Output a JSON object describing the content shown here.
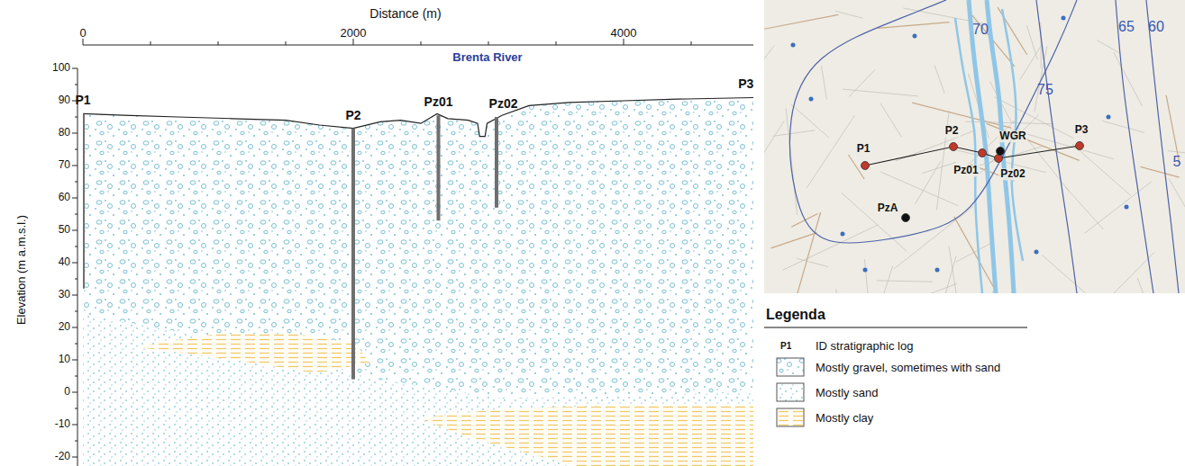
{
  "diagram": {
    "labels": [
      "Distance (m)",
      "0",
      "2000",
      "4000",
      "Brenta River",
      "P1",
      "P2",
      "Pz01",
      "Pz02",
      "P3",
      "Elevation (m a.m.s.l.)",
      "100",
      "90",
      "80",
      "70",
      "60",
      "50",
      "40",
      "30",
      "20",
      "10",
      "0",
      "-10",
      "-20",
      "70",
      "65",
      "60",
      "75",
      "5",
      "P1",
      "P2",
      "Pz01",
      "WGR",
      "Pz02",
      "P3",
      "PzA",
      "Legenda",
      "P1"
    ],
    "legend": [
      {
        "text": "ID stratigraphic log"
      },
      {
        "text": "Mostly gravel, sometimes with sand"
      },
      {
        "text": "Mostly sand"
      },
      {
        "text": "Mostly clay"
      }
    ]
  }
}
